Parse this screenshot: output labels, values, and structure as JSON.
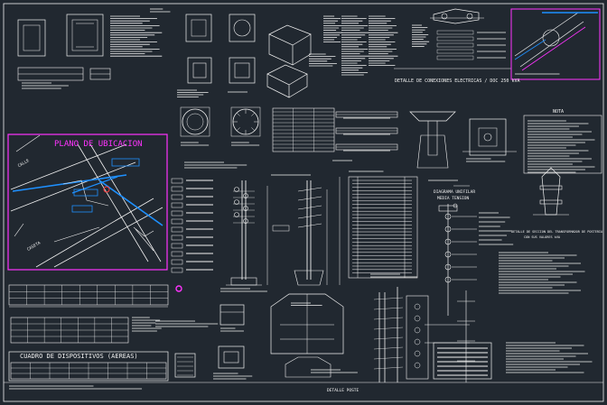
{
  "drawing": {
    "background": "#212830",
    "line_color": "#f2f2f2",
    "accent_magenta": "#ff33ff",
    "accent_blue": "#1e90ff",
    "accent_red": "#ff3b3b"
  },
  "labels": {
    "conexiones_title": "DETALLE DE CONEXIONES ELECTRICAS / DOC 250 kVA",
    "cuadro_dispositivos": "CUADRO DE DISPOSITIVOS (AEREAS)",
    "diagrama_unifilar_1": "DIAGRAMA UNIFILAR",
    "diagrama_unifilar_2": "MEDIA TENSION",
    "detalle_poste": "DETALLE POSTE",
    "nota_title": "NOTA",
    "plano_ubicacion": "PLANO DE UBICACION",
    "calle": "CALLE",
    "caseta": "CASETA",
    "detalle_seccion": "DETALLE DE SECCION DEL TRANSFORMADOR DE POSTERIA",
    "detalle_seccion_2": "CON SUS VALORES kVA"
  }
}
